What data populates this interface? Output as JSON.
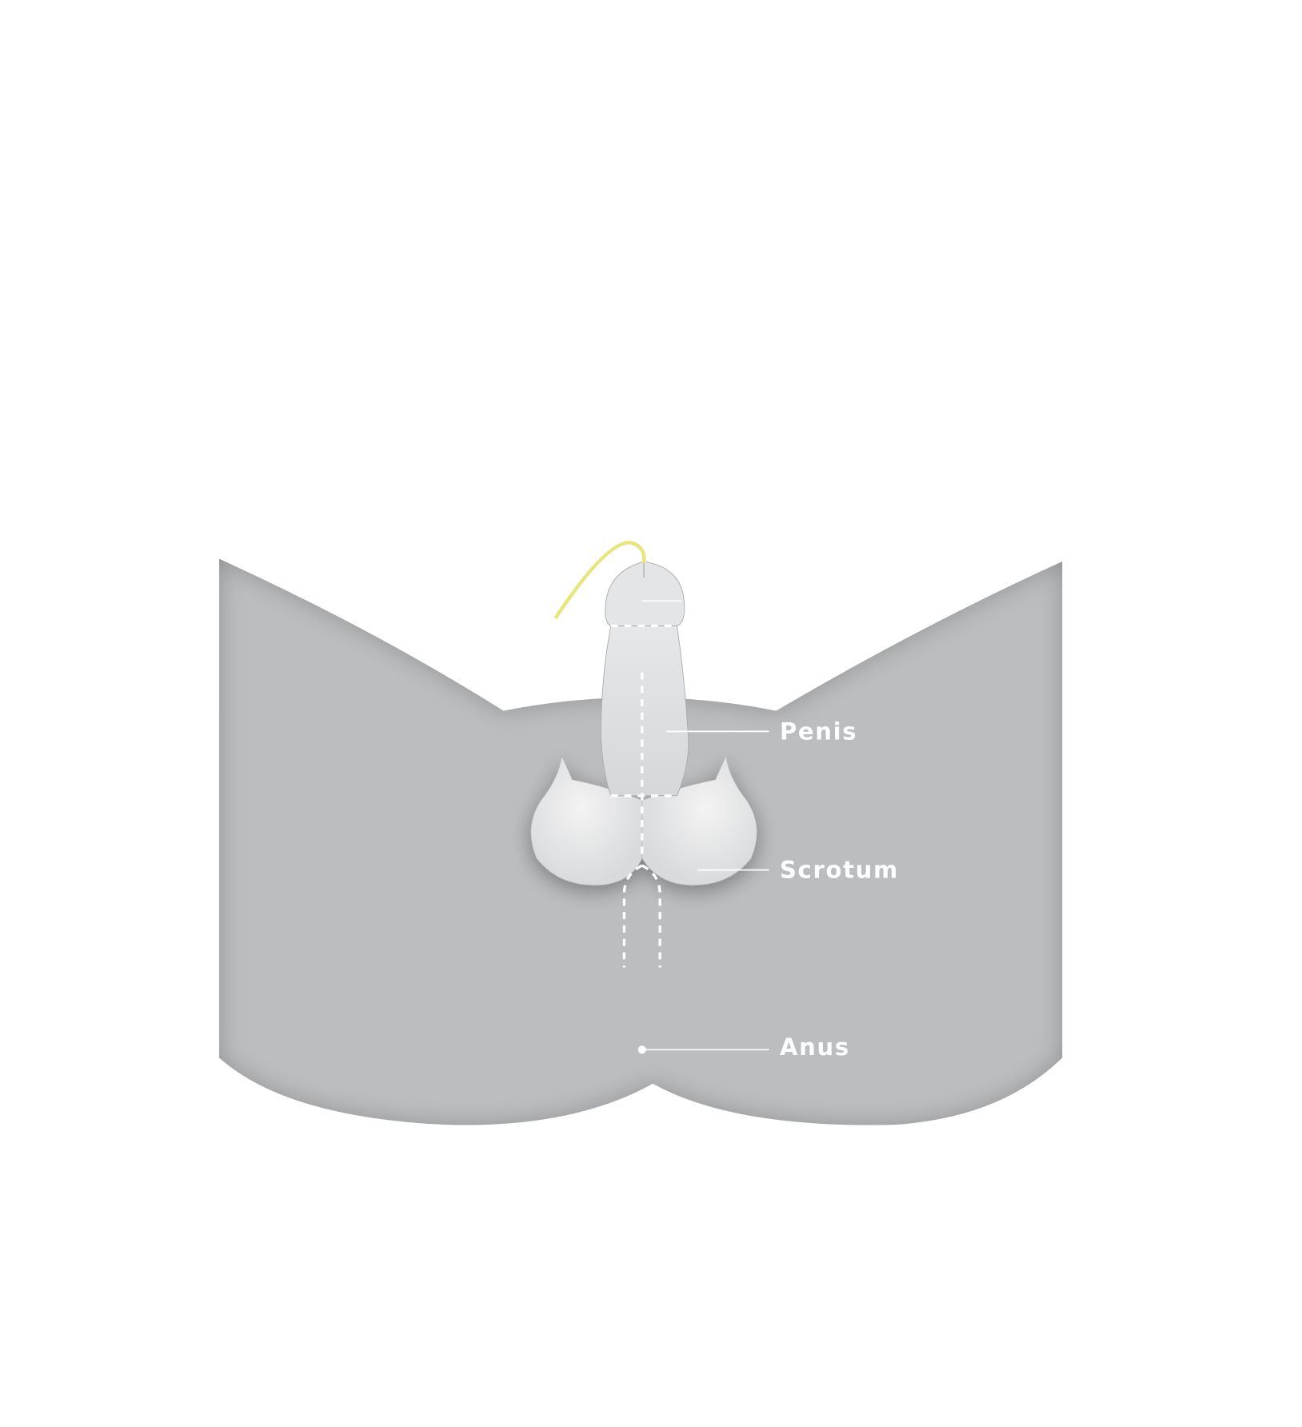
{
  "labels": {
    "penis": "Penis",
    "scrotum": "Scrotum",
    "anus": "Anus"
  },
  "colors": {
    "body": "#bcbdbf",
    "organ": "#e2e3e4",
    "catheter": "#e6e67a",
    "label": "#ffffff"
  }
}
